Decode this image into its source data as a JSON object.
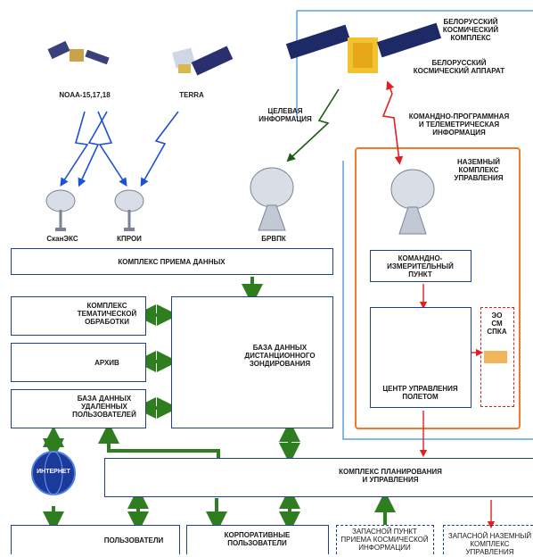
{
  "satellites": {
    "noaa": "NOAA-15,17,18",
    "terra": "TERRA",
    "belarus_satellite": "БЕЛОРУССКИЙ\nКОСМИЧЕСКИЙ АППАРАТ"
  },
  "regions": {
    "space_complex": "БЕЛОРУССКИЙ\nКОСМИЧЕСКИЙ\nКОМПЛЕКС",
    "ground_control": "НАЗЕМНЫЙ\nКОМПЛЕКС\nУПРАВЛЕНИЯ"
  },
  "links": {
    "target_info": "ЦЕЛЕВАЯ\nИНФОРМАЦИЯ",
    "command_telemetry": "КОМАНДНО-ПРОГРАММНАЯ\nИ ТЕЛЕМЕТРИЧЕСКАЯ\nИНФОРМАЦИЯ"
  },
  "antennas": {
    "scanex": "СканЭКС",
    "kproi": "КПРОИ",
    "brvpk": "БРВПК"
  },
  "blocks": {
    "reception": "КОМПЛЕКС ПРИЕМА ДАННЫХ",
    "thematic": "КОМПЛЕКС\nТЕМАТИЧЕСКОЙ\nОБРАБОТКИ",
    "archive": "АРХИВ",
    "remote_users_db": "БАЗА ДАННЫХ\nУДАЛЕННЫХ\nПОЛЬЗОВАТЕЛЕЙ",
    "rs_database": "БАЗА ДАННЫХ\nДИСТАНЦИОННОГО\nЗОНДИРОВАНИЯ",
    "measuring_point": "КОМАНДНО-\nИЗМЕРИТЕЛЬНЫЙ\nПУНКТ",
    "flight_control": "ЦЕНТР УПРАВЛЕНИЯ\nПОЛЕТОМ",
    "eo_sm_spka": "ЭО\nСМ\nСПКА",
    "internet": "ИНТЕРНЕТ",
    "planning": "КОМПЛЕКС ПЛАНИРОВАНИЯ\nИ УПРАВЛЕНИЯ",
    "users": "ПОЛЬЗОВАТЕЛИ",
    "corporate_users": "КОРПОРАТИВНЫЕ\nПОЛЬЗОВАТЕЛИ",
    "backup_reception": "ЗАПАСНОЙ ПУНКТ\nПРИЕМА КОСМИЧЕСКОЙ\nИНФОРМАЦИИ",
    "backup_ground": "ЗАПАСНОЙ НАЗЕМНЫЙ\nКОМПЛЕКС УПРАВЛЕНИЯ"
  },
  "colors": {
    "box_border": "#1f3f8f",
    "green_arrow": "#2e7d1f",
    "blue_link": "#1e4fd8",
    "red_link": "#e02020",
    "orange_frame": "#f07a2a",
    "light_blue_frame": "#5aa0e0"
  }
}
